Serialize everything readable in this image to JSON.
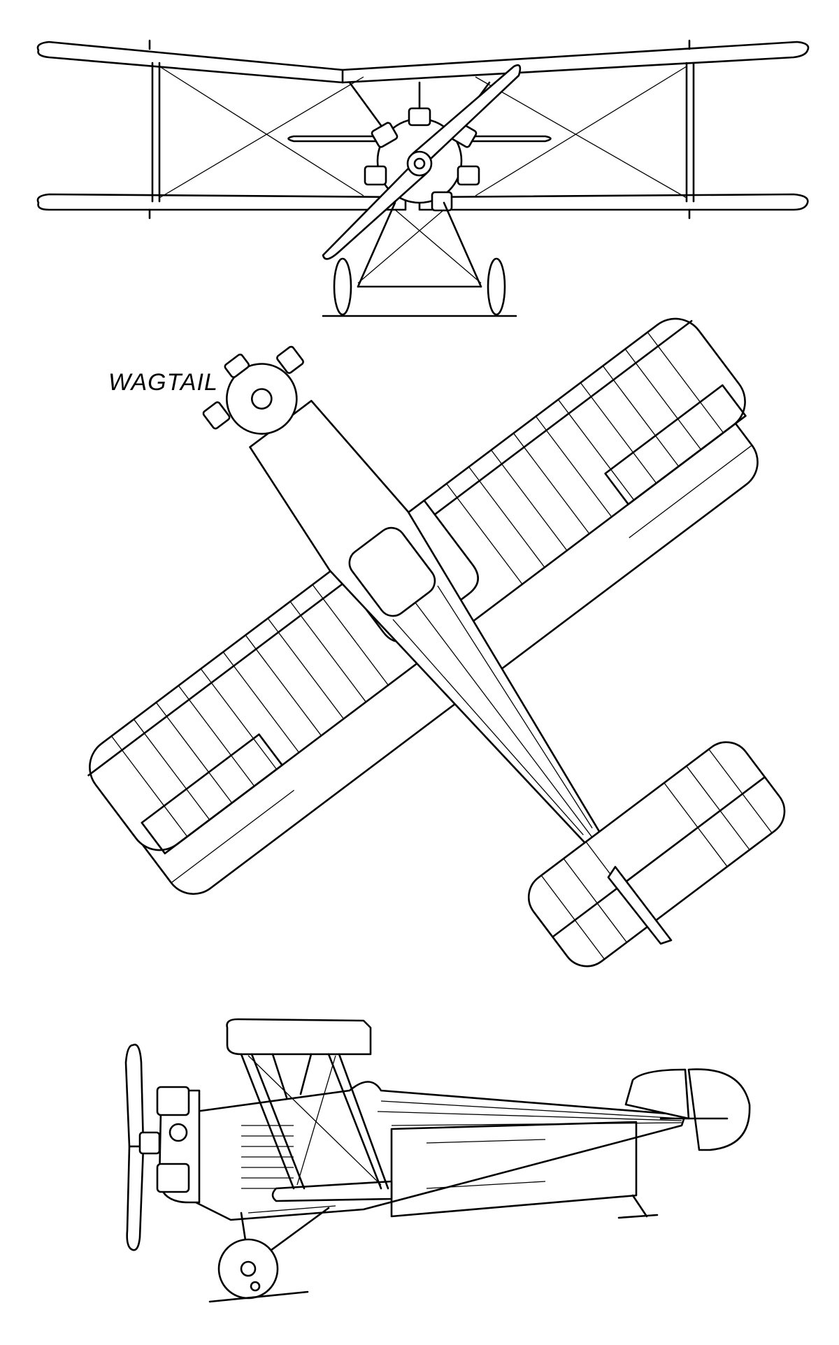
{
  "title": "WAGTAIL",
  "views": [
    {
      "id": "front",
      "name": "front-view"
    },
    {
      "id": "plan",
      "name": "plan-view"
    },
    {
      "id": "side",
      "name": "side-view"
    }
  ],
  "colors": {
    "line": "#000000",
    "background": "#ffffff"
  }
}
